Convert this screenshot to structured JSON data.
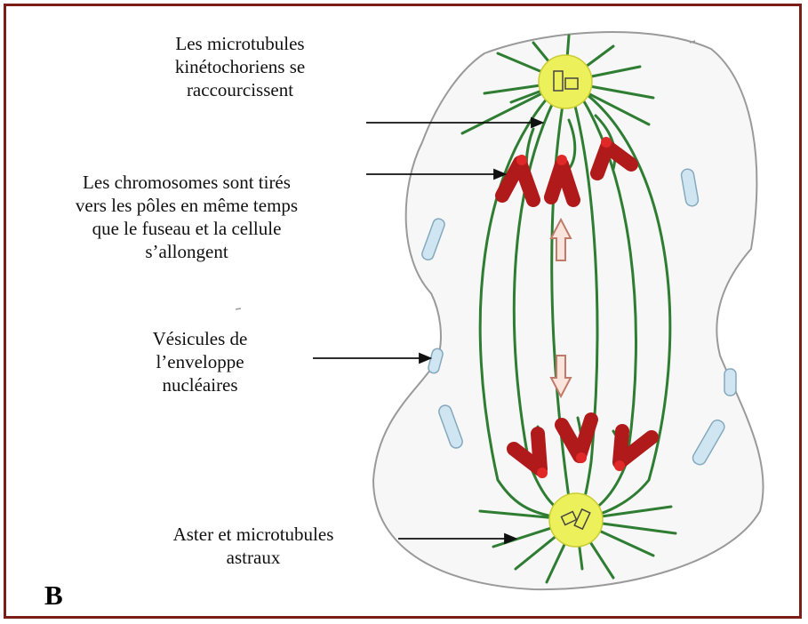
{
  "labels": {
    "kinetochore": "Les microtubules\nkinétochoriens se\nraccourcissent",
    "chromosomes": "Les chromosomes sont tirés\nvers les pôles en même temps\nque le fuseau et la cellule\ns’allongent",
    "vesicles": "Vésicules  de\nl’enveloppe\nnucléaires",
    "aster": "Aster et microtubules\nastraux"
  },
  "panel_letter": "B",
  "colors": {
    "frame": "#7a1f17",
    "microtubule": "#2e7d32",
    "centrosome": "#ecf05a",
    "chromosome": "#b01a1a",
    "vesicle": "#cfe6f2",
    "arrow_fill": "#fbe4dc",
    "arrow_stroke": "#c07a6a"
  }
}
